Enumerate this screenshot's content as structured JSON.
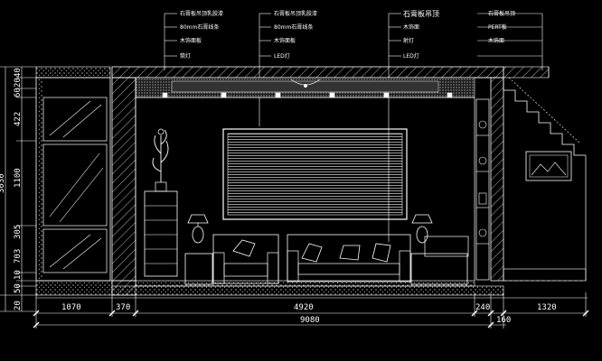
{
  "drawing": {
    "background": "#000000",
    "line_color": "#ffffff",
    "accent_color": "#ffff66",
    "annotations_top": [
      {
        "id": "note1",
        "text": "石膏板吊顶乳胶漆"
      },
      {
        "id": "note2",
        "text": "80mm石膏线条"
      },
      {
        "id": "note3",
        "text": "木饰面板"
      },
      {
        "id": "note4",
        "text": "筒灯"
      },
      {
        "id": "note5",
        "text": "石膏板吊顶乳胶漆"
      },
      {
        "id": "note6",
        "text": "80mm石膏线条"
      },
      {
        "id": "note7",
        "text": "木饰面板"
      },
      {
        "id": "note8",
        "text": "LED灯"
      },
      {
        "id": "note9",
        "text": "石膏板吊顶"
      },
      {
        "id": "note10",
        "text": "木饰面"
      },
      {
        "id": "note11",
        "text": "射灯"
      },
      {
        "id": "note12",
        "text": "石膏板吊顶"
      },
      {
        "id": "note13",
        "text": "PERT板"
      }
    ],
    "dims_left": [
      {
        "id": "d-left-40",
        "text": "40"
      },
      {
        "id": "d-left-20",
        "text": "20"
      },
      {
        "id": "d-left-60",
        "text": "60"
      },
      {
        "id": "d-left-422",
        "text": "422"
      },
      {
        "id": "d-left-1100",
        "text": "1100"
      },
      {
        "id": "d-left-305",
        "text": "305"
      },
      {
        "id": "d-left-703",
        "text": "703"
      },
      {
        "id": "d-left-10",
        "text": "10"
      },
      {
        "id": "d-left-50",
        "text": "50"
      },
      {
        "id": "d-left-20b",
        "text": "20"
      },
      {
        "id": "d-left-3030",
        "text": "3030"
      }
    ],
    "dims_bottom": [
      {
        "id": "d-bot-1070",
        "text": "1070"
      },
      {
        "id": "d-bot-370",
        "text": "370"
      },
      {
        "id": "d-bot-4920",
        "text": "4920"
      },
      {
        "id": "d-bot-240",
        "text": "240"
      },
      {
        "id": "d-bot-1320",
        "text": "1320"
      },
      {
        "id": "d-bot-9080",
        "text": "9080"
      },
      {
        "id": "d-bot-160",
        "text": "160"
      }
    ]
  }
}
